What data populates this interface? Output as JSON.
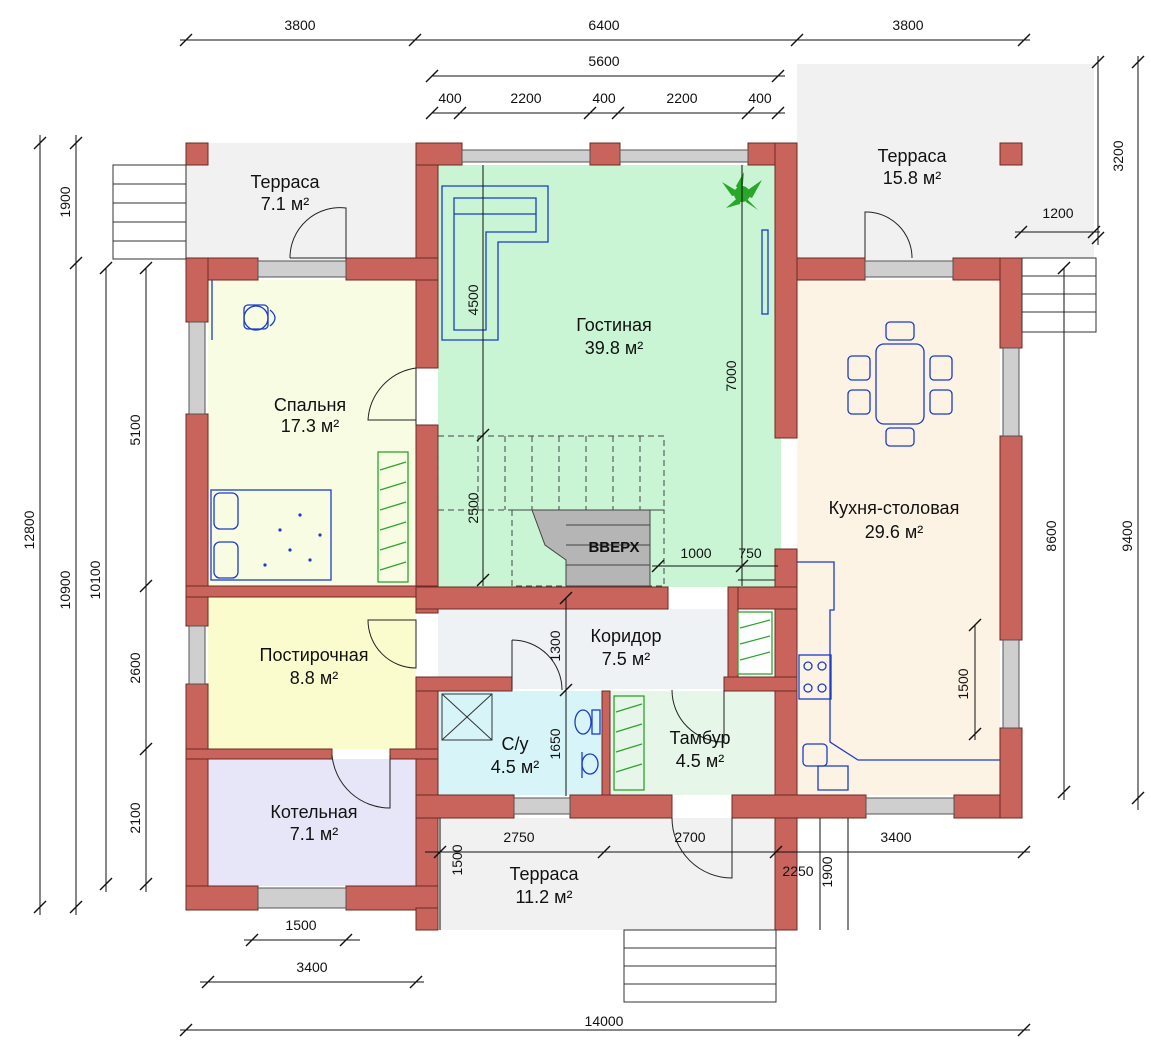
{
  "rooms": {
    "terrace_nw": {
      "name": "Терраса",
      "area": "7.1 м²"
    },
    "terrace_ne": {
      "name": "Терраса",
      "area": "15.8 м²"
    },
    "terrace_s": {
      "name": "Терраса",
      "area": "11.2 м²"
    },
    "living": {
      "name": "Гостиная",
      "area": "39.8 м²"
    },
    "bedroom": {
      "name": "Спальня",
      "area": "17.3 м²"
    },
    "kitchen": {
      "name": "Кухня-столовая",
      "area": "29.6 м²"
    },
    "corridor": {
      "name": "Коридор",
      "area": "7.5 м²"
    },
    "laundry": {
      "name": "Постирочная",
      "area": "8.8 м²"
    },
    "wc": {
      "name": "С/у",
      "area": "4.5 м²"
    },
    "vestibule": {
      "name": "Тамбур",
      "area": "4.5 м²"
    },
    "boiler": {
      "name": "Котельная",
      "area": "7.1 м²"
    }
  },
  "stairs_label": "ВВЕРХ",
  "dimensions": {
    "top_left": "3800",
    "top_mid": "6400",
    "top_right": "3800",
    "inner_top": "5600",
    "seg_400_a": "400",
    "seg_2200_a": "2200",
    "seg_400_b": "400",
    "seg_2200_b": "2200",
    "seg_400_c": "400",
    "left_1900": "1900",
    "left_12800": "12800",
    "left_10900": "10900",
    "left_10100": "10100",
    "left_5100": "5100",
    "left_2600": "2600",
    "left_2100": "2100",
    "right_3200": "3200",
    "right_1200": "1200",
    "right_9400": "9400",
    "right_8600": "8600",
    "kitchen_1500": "1500",
    "living_7000": "7000",
    "living_4500": "4500",
    "living_2500": "2500",
    "stair_1000": "1000",
    "stair_750": "750",
    "corr_1300": "1300",
    "wc_1650": "1650",
    "bottom_2750": "2750",
    "bottom_2700": "2700",
    "bottom_3400_r": "3400",
    "bottom_2250": "2250",
    "bottom_1900": "1900",
    "terrace_1500": "1500",
    "boiler_1500": "1500",
    "boiler_3400": "3400",
    "total_14000": "14000"
  },
  "colors": {
    "wall": "#c8645c",
    "living": "#c9f5d4",
    "bedroom": "#f8fce2",
    "kitchen": "#fdf3e4",
    "corridor": "#eff2f4",
    "laundry": "#fbfccd",
    "wc": "#d7f5f8",
    "vestibule": "#e6f6e9",
    "boiler": "#e6e6f8",
    "terrace": "#f1f1f1",
    "furniture": "#1a3cc8",
    "shelving": "#2aa62a"
  }
}
